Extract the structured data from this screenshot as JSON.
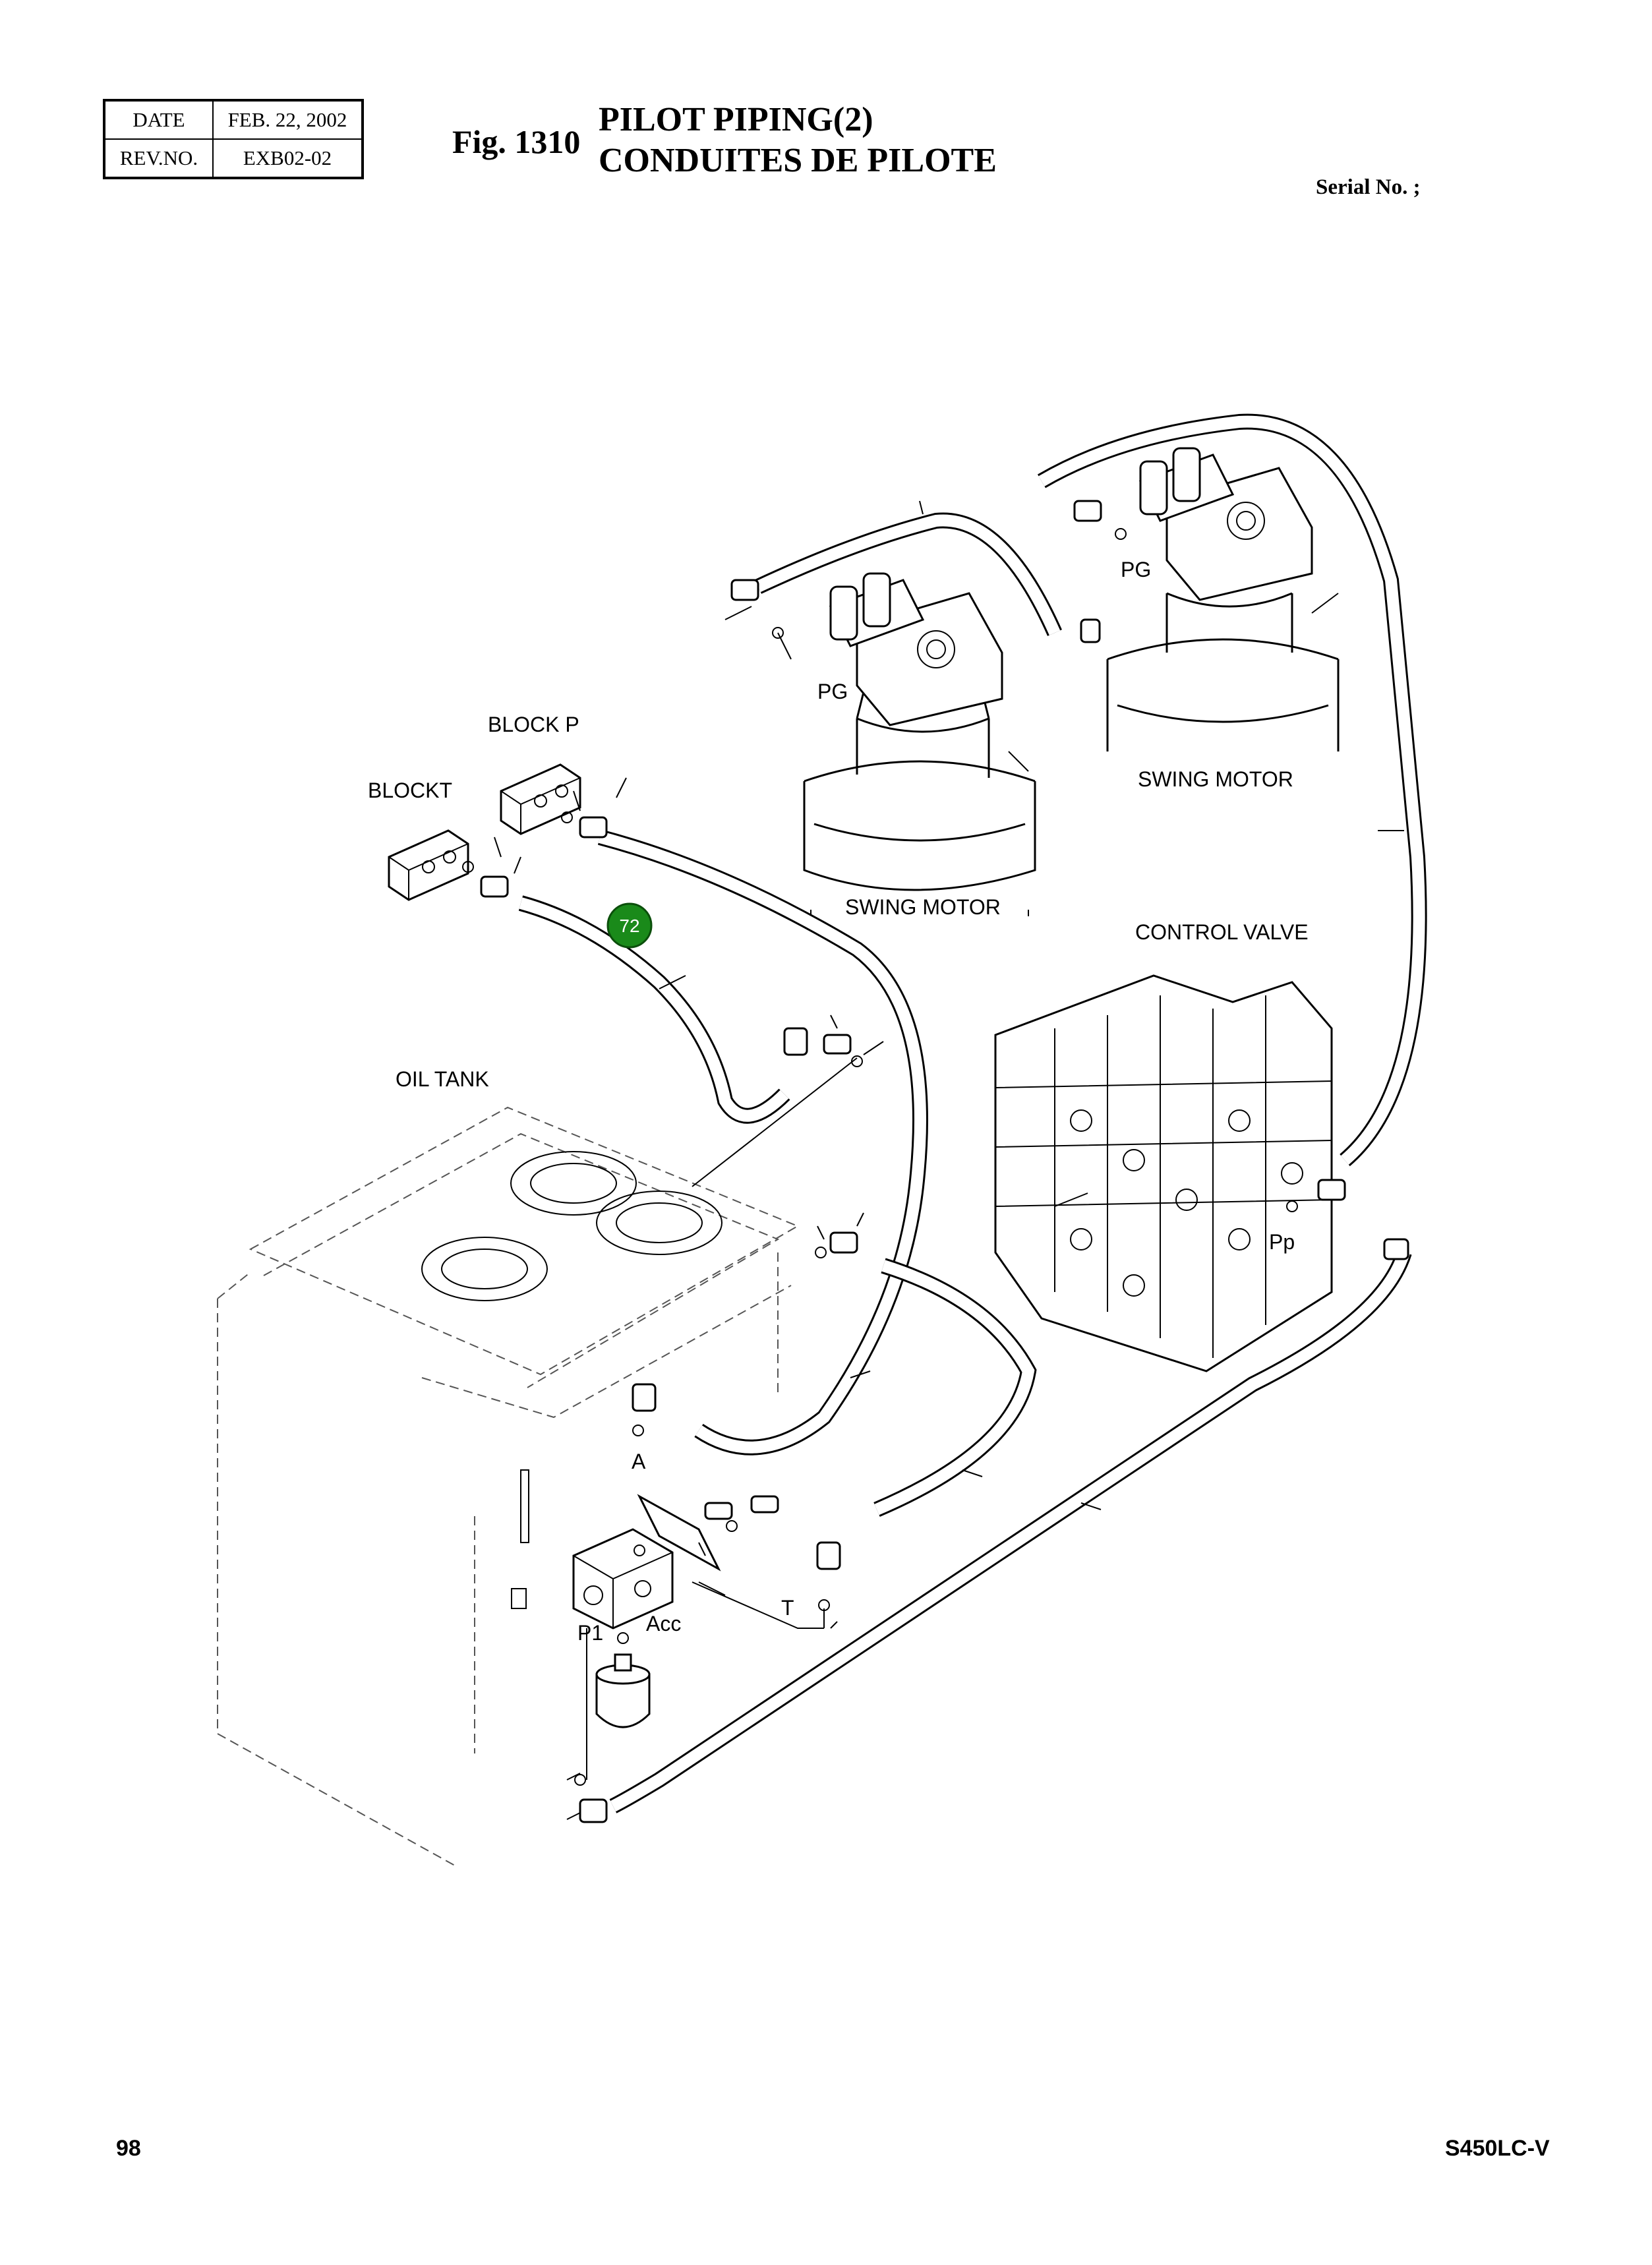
{
  "header": {
    "date_label": "DATE",
    "date_value": "FEB. 22, 2002",
    "rev_label": "REV.NO.",
    "rev_value": "EXB02-02",
    "fig_label": "Fig. 1310",
    "title_en": "PILOT PIPING(2)",
    "title_fr": "CONDUITES DE PILOTE",
    "serial": "Serial No. ;"
  },
  "labels": {
    "pg_left": "PG",
    "pg_right": "PG",
    "block_p": "BLOCK P",
    "block_t": "BLOCKT",
    "swing_motor_left": "SWING MOTOR",
    "swing_motor_right": "SWING MOTOR",
    "control_valve": "CONTROL VALVE",
    "oil_tank": "OIL TANK",
    "pp": "Pp",
    "a": "A",
    "t": "T",
    "p1": "P1",
    "acc": "Acc"
  },
  "callout": {
    "number": "72",
    "color": "#1a8a1a"
  },
  "footer": {
    "page": "98",
    "model": "S450LC-V"
  }
}
